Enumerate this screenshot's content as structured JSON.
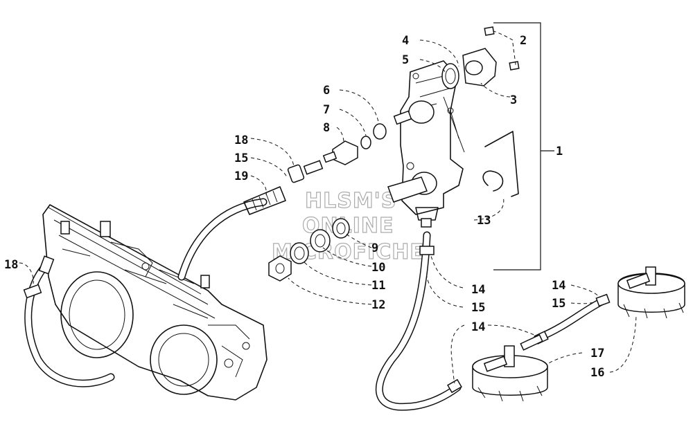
{
  "watermark": {
    "line1": "HLSM'S",
    "line2": "ONLINE",
    "line3": "MICROFICHE"
  },
  "callouts": {
    "c1": "1",
    "c2": "2",
    "c3": "3",
    "c4": "4",
    "c5": "5",
    "c6": "6",
    "c7": "7",
    "c8": "8",
    "c9": "9",
    "c10": "10",
    "c11": "11",
    "c12": "12",
    "c13": "13",
    "c14a": "14",
    "c14b": "14",
    "c14c": "14",
    "c15a": "15",
    "c15b": "15",
    "c15c": "15",
    "c16": "16",
    "c17": "17",
    "c18a": "18",
    "c18b": "18",
    "c19": "19"
  }
}
